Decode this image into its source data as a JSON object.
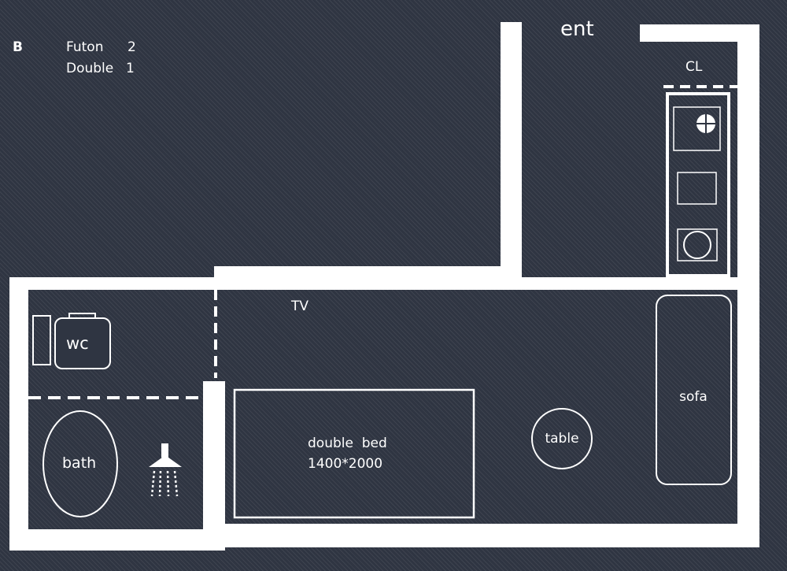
{
  "plan": {
    "unit_letter": "B",
    "beds": [
      {
        "type": "Futon",
        "count": "2"
      },
      {
        "type": "Double",
        "count": "1"
      }
    ],
    "rooms": {
      "entrance": "ent",
      "closet": "CL",
      "tv": "TV",
      "wc": "wc",
      "bath": "bath",
      "bed_name": "double  bed",
      "bed_size": "1400*2000",
      "table": "table",
      "sofa": "sofa"
    },
    "colors": {
      "background": "#2f3542",
      "wall": "#ffffff"
    }
  }
}
